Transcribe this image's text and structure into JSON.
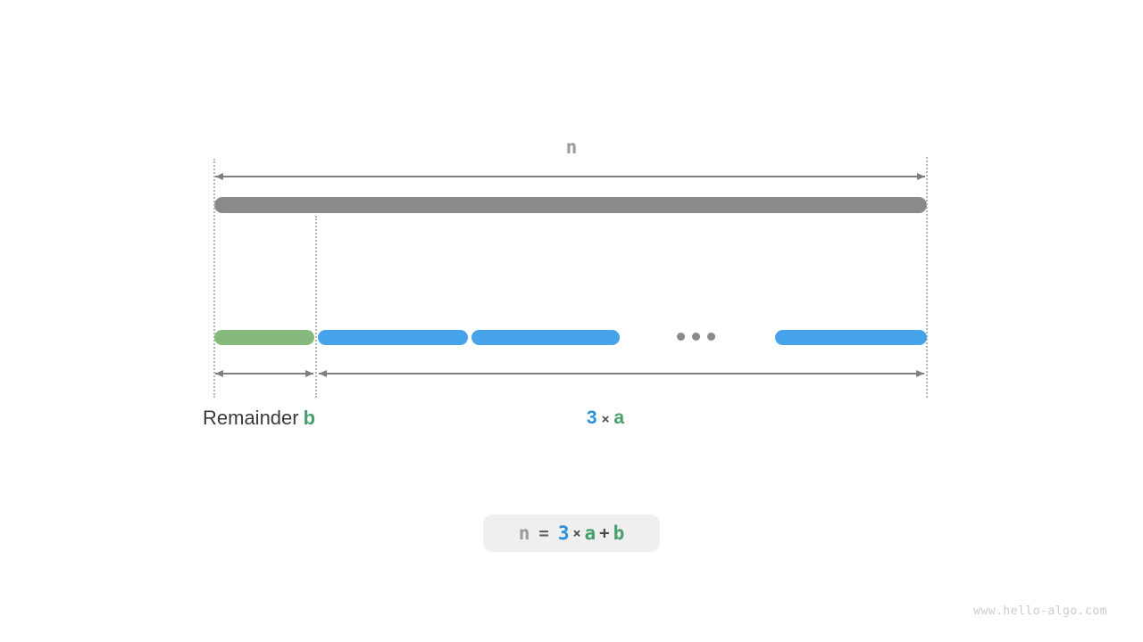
{
  "colors": {
    "gray_bar": "#8a8a8a",
    "green_bar": "#87b97c",
    "blue_bar": "#47a3e9",
    "arrow": "#7f7f7f",
    "dotted": "#b5b5b5",
    "label_gray": "#9b9b9b",
    "label_dark": "#3a3a3a",
    "text_green": "#469e6b",
    "text_blue": "#2a90dd",
    "operator_dark": "#4a4a4a",
    "equals_gray": "#5f5f5f",
    "formula_bg": "#efefef",
    "watermark": "#c9cccf"
  },
  "diagram": {
    "total_length_label": "n",
    "remainder_label": {
      "text": "Remainder",
      "variable": "b"
    },
    "multiple_label": {
      "coefficient": "3",
      "operator": "×",
      "variable": "a"
    },
    "ellipsis_dot_count": 3,
    "formula": {
      "lhs": "n",
      "equals": "=",
      "coefficient": "3",
      "times": "×",
      "var_a": "a",
      "plus": "+",
      "var_b": "b"
    }
  },
  "footer": {
    "watermark": "www.hello-algo.com"
  }
}
